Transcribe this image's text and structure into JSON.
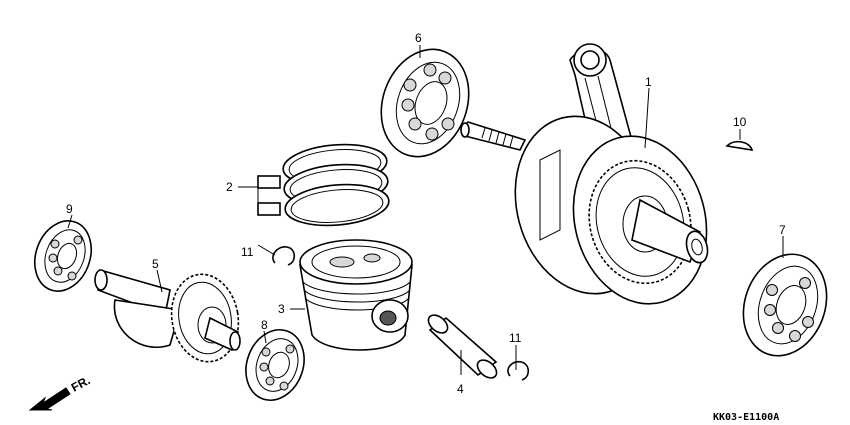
{
  "diagram": {
    "code": "KK03-E1100A",
    "front_label": "FR.",
    "callouts": [
      {
        "id": "c1",
        "text": "1"
      },
      {
        "id": "c2",
        "text": "2"
      },
      {
        "id": "c3",
        "text": "3"
      },
      {
        "id": "c4",
        "text": "4"
      },
      {
        "id": "c5",
        "text": "5"
      },
      {
        "id": "c6",
        "text": "6"
      },
      {
        "id": "c7",
        "text": "7"
      },
      {
        "id": "c8",
        "text": "8"
      },
      {
        "id": "c9",
        "text": "9"
      },
      {
        "id": "c10",
        "text": "10"
      },
      {
        "id": "c11a",
        "text": "11"
      },
      {
        "id": "c11b",
        "text": "11"
      }
    ]
  }
}
